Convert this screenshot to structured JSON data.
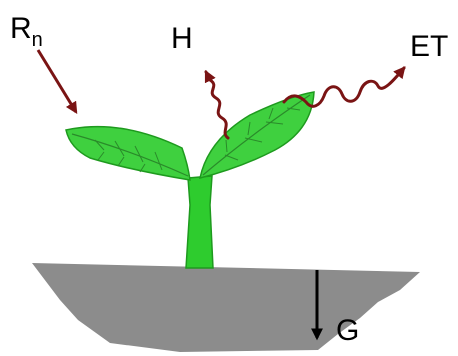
{
  "labels": {
    "net_radiation": "R",
    "net_radiation_subscript": "n",
    "sensible_heat": "H",
    "evapotranspiration": "ET",
    "ground_heat": "G"
  },
  "colors": {
    "arrow": "#7a1414",
    "leaf": "#3fd03f",
    "leaf_vein": "#2a8a2a",
    "stem": "#2ecc2e",
    "soil": "#8c8c8c",
    "ground_arrow": "#000000"
  }
}
